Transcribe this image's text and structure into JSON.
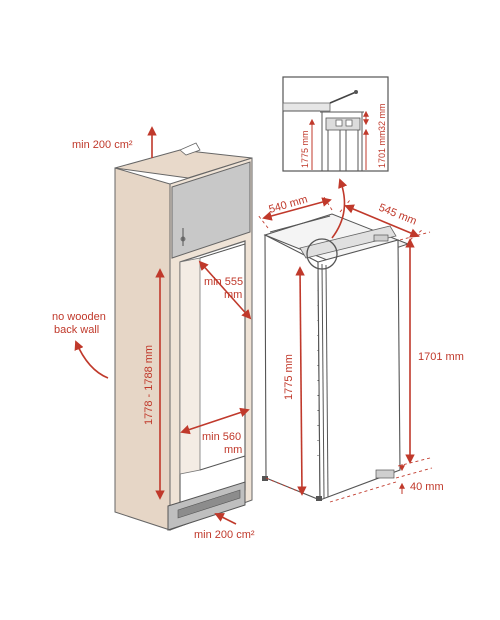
{
  "labels": {
    "top_vent": "min 200 cm²",
    "bottom_vent": "min 200 cm²",
    "back_wall_line1": "no wooden",
    "back_wall_line2": "back wall",
    "niche_height": "1778 - 1788 mm",
    "niche_depth_line1": "min 555",
    "niche_depth_line2": "mm",
    "niche_width_line1": "min 560",
    "niche_width_line2": "mm",
    "unit_width": "540 mm",
    "unit_depth": "545 mm",
    "unit_height": "1775 mm",
    "door_height": "1701 mm",
    "plinth_gap": "40 mm",
    "detail_height_left": "1775 mm",
    "detail_height_right": "1701 mm",
    "detail_gap": "32 mm"
  },
  "colors": {
    "accent": "#c0392b",
    "cabinet_face": "#efe3d6",
    "cabinet_side": "#e6d6c6",
    "upper_door": "#c8c8c8",
    "line": "#555555"
  }
}
